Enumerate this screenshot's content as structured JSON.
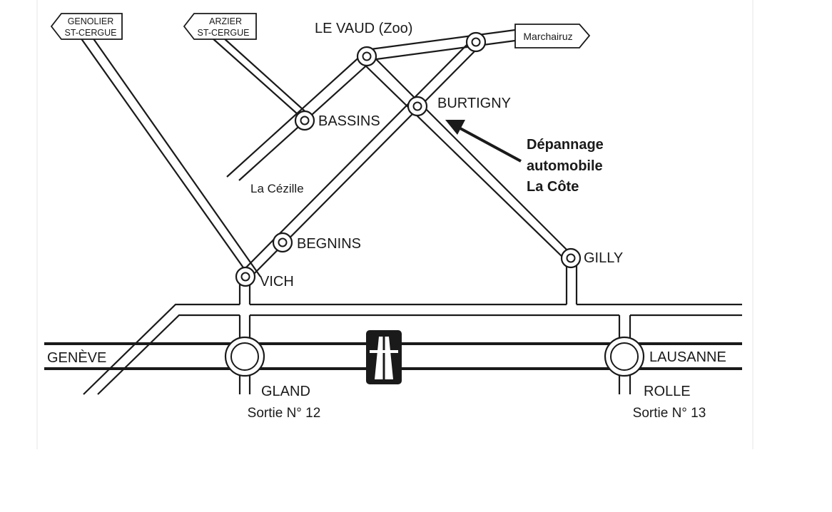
{
  "map": {
    "signs": {
      "genolier_line1": "GENOLIER",
      "genolier_line2": "ST-CERGUE",
      "arzier_line1": "ARZIER",
      "arzier_line2": "ST-CERGUE",
      "marchairuz": "Marchairuz"
    },
    "places": {
      "le_vaud": "LE VAUD (Zoo)",
      "burtigny": "BURTIGNY",
      "bassins": "BASSINS",
      "la_cezille": "La Cézille",
      "begnins": "BEGNINS",
      "vich": "VICH",
      "gilly": "GILLY",
      "geneve": "GENÈVE",
      "lausanne": "LAUSANNE"
    },
    "exits": {
      "gland_name": "GLAND",
      "gland_exit": "Sortie N° 12",
      "rolle_name": "ROLLE",
      "rolle_exit": "Sortie N° 13"
    },
    "annotation": {
      "line1": "Dépannage",
      "line2": "automobile",
      "line3": "La Côte"
    },
    "icons": {
      "motorway": "motorway-icon",
      "roundabout": "roundabout-icon",
      "arrow": "arrow-icon"
    }
  }
}
